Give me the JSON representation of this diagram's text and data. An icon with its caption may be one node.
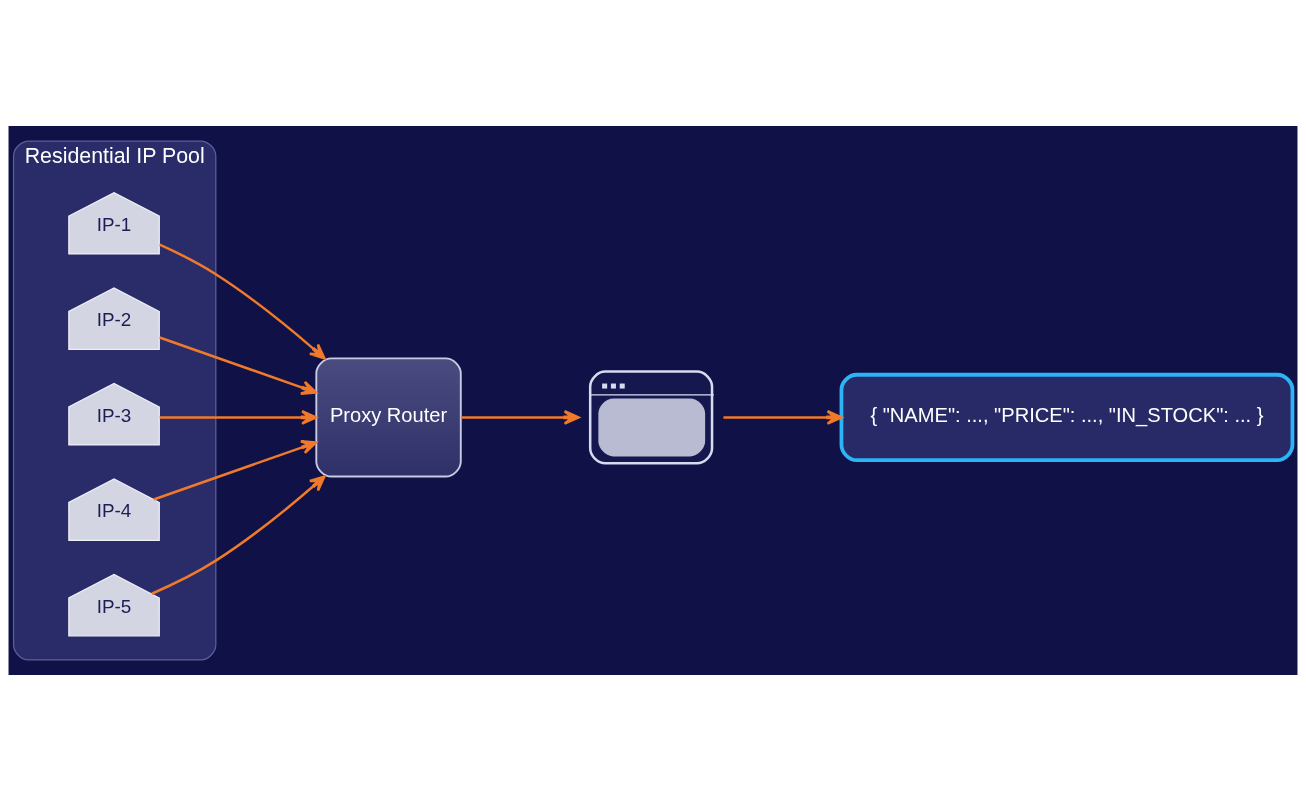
{
  "diagram": {
    "nodes": [
      {
        "text": [
          "Residential IP Pool"
        ]
      },
      {
        "text": [
          "IP-1"
        ],
        "in": 0
      },
      {
        "text": [
          "IP-2"
        ],
        "in": 0
      },
      {
        "text": [
          "IP-3"
        ],
        "in": 0
      },
      {
        "text": [
          "IP-4"
        ],
        "in": 0
      },
      {
        "text": [
          "IP-5"
        ],
        "in": 0
      },
      {
        "text": [
          "Proxy Router"
        ]
      },
      {
        "text": [],
        "shape": "picture"
      },
      {
        "text": [
          "{ \"NAME\": ..., \"PRICE\": ..., \"IN_STOCK\": ... }"
        ]
      }
    ],
    "edges": [
      {
        "from": 1,
        "to": 6,
        "arrow": "to"
      },
      {
        "from": 2,
        "to": 6,
        "arrow": "to"
      },
      {
        "from": 3,
        "to": 6,
        "arrow": "to"
      },
      {
        "from": 4,
        "to": 6,
        "arrow": "to"
      },
      {
        "from": 5,
        "to": 6,
        "arrow": "to"
      },
      {
        "from": 6,
        "to": 7,
        "arrow": "to"
      },
      {
        "from": 7,
        "to": 8,
        "arrow": "to"
      }
    ]
  }
}
